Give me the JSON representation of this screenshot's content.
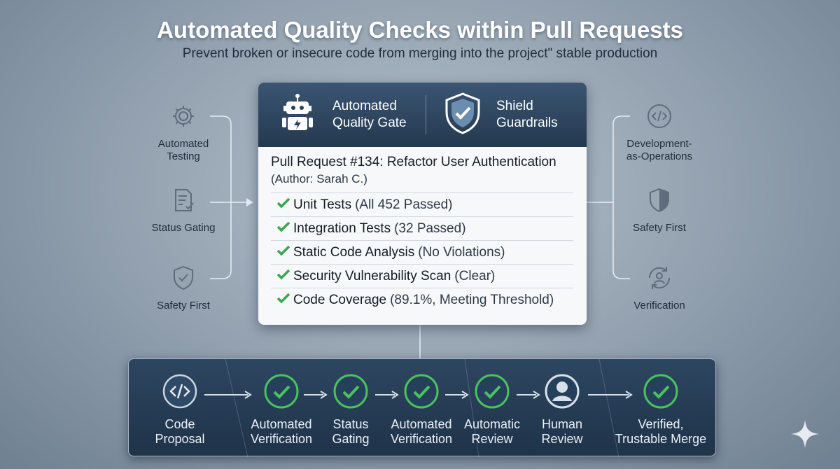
{
  "header": {
    "title": "Automated Quality Checks within Pull Requests",
    "subtitle": "Prevent broken or insecure code from merging into the project\" stable production"
  },
  "left_items": [
    {
      "label_l1": "Automated",
      "label_l2": "Testing",
      "icon": "gear-icon"
    },
    {
      "label_l1": "Status Gating",
      "label_l2": "",
      "icon": "checklist-icon"
    },
    {
      "label_l1": "Safety First",
      "label_l2": "",
      "icon": "shield-check-icon"
    }
  ],
  "right_items": [
    {
      "label_l1": "Development-",
      "label_l2": "as-Operations",
      "icon": "code-icon"
    },
    {
      "label_l1": "Safety First",
      "label_l2": "",
      "icon": "shield-icon"
    },
    {
      "label_l1": "Verification",
      "label_l2": "",
      "icon": "refresh-user-icon"
    }
  ],
  "card": {
    "header_left": {
      "line1": "Automated",
      "line2": "Quality Gate",
      "icon": "robot-icon"
    },
    "header_right": {
      "line1": "Shield",
      "line2": "Guardrails",
      "icon": "shield-check-icon"
    },
    "pr_title": "Pull Request #134: Refactor User Authentication",
    "pr_author": "(Author: Sarah C.)",
    "checks": [
      {
        "name": "Unit Tests",
        "detail": "(All 452 Passed)"
      },
      {
        "name": "Integration Tests",
        "detail": "(32 Passed)"
      },
      {
        "name": "Static Code Analysis",
        "detail": "(No Violations)"
      },
      {
        "name": "Security Vulnerability Scan",
        "detail": "(Clear)"
      },
      {
        "name": "Code Coverage",
        "detail": "(89.1%, Meeting Threshold)"
      }
    ]
  },
  "flow": {
    "stages": [
      {
        "l1": "Code",
        "l2": "Proposal",
        "icon": "code-icon"
      },
      {
        "l1": "Automated",
        "l2": "Verification",
        "icon": "check-circle-icon"
      },
      {
        "l1": "Status",
        "l2": "Gating",
        "icon": "check-circle-icon"
      },
      {
        "l1": "Automated",
        "l2": "Verification",
        "icon": "check-circle-icon"
      },
      {
        "l1": "Automatic",
        "l2": "Review",
        "icon": "check-circle-icon"
      },
      {
        "l1": "Human",
        "l2": "Review",
        "icon": "user-icon"
      },
      {
        "l1": "Verified,",
        "l2": "Trustable Merge",
        "icon": "check-circle-icon"
      }
    ]
  },
  "colors": {
    "accent_green": "#3aa84f",
    "header_navy": "#2a4058",
    "icon_gray": "#5e6c7b"
  }
}
